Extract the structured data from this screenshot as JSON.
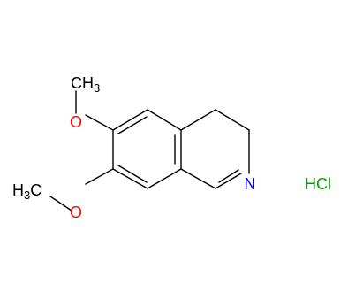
{
  "molecule": {
    "substituent_top": {
      "prefix": "CH",
      "subscript": "3"
    },
    "substituent_left": {
      "prefix": "H",
      "subscript": "3",
      "suffix": "C"
    },
    "oxygen_top": "O",
    "oxygen_bottom": "O",
    "nitrogen": "N",
    "salt": "HCl"
  },
  "colors": {
    "carbon": "#000000",
    "oxygen": "#ff0000",
    "nitrogen": "#0000ff",
    "chlorine": "#00a000",
    "background": "#ffffff"
  }
}
